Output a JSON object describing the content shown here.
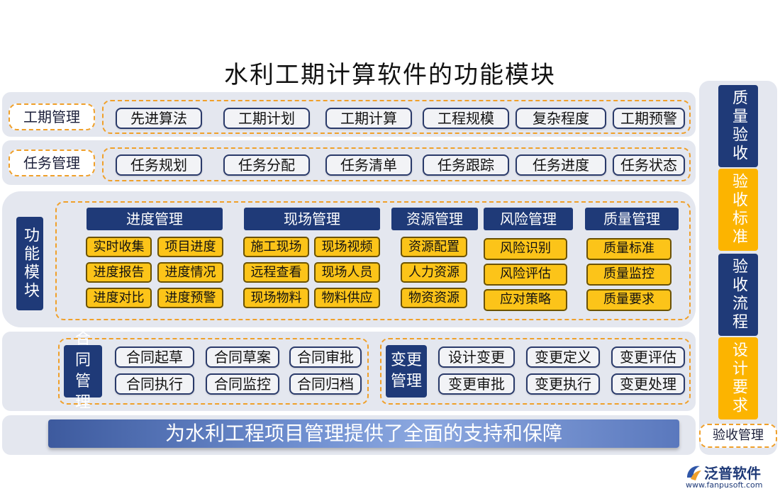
{
  "title": "水利工期计算软件的功能模块",
  "row1": {
    "label": "工期管理",
    "items": [
      "先进算法",
      "工期计划",
      "工期计算",
      "工程规模",
      "复杂程度",
      "工期预警"
    ]
  },
  "row2": {
    "label": "任务管理",
    "items": [
      "任务规划",
      "任务分配",
      "任务清单",
      "任务跟踪",
      "任务进度",
      "任务状态"
    ]
  },
  "functions": {
    "label": "功能模块",
    "progress": {
      "title": "进度管理",
      "items": [
        "实时收集",
        "项目进度",
        "进度报告",
        "进度情况",
        "进度对比",
        "进度预警"
      ]
    },
    "site": {
      "title": "现场管理",
      "items": [
        "施工现场",
        "现场视频",
        "远程查看",
        "现场人员",
        "现场物料",
        "物料供应"
      ]
    },
    "resource": {
      "title": "资源管理",
      "items": [
        "资源配置",
        "人力资源",
        "物资资源"
      ]
    },
    "risk": {
      "title": "风险管理",
      "items": [
        "风险识别",
        "风险评估",
        "应对策略"
      ]
    },
    "quality": {
      "title": "质量管理",
      "items": [
        "质量标准",
        "质量监控",
        "质量要求"
      ]
    }
  },
  "contract": {
    "label": "合同管理",
    "items": [
      "合同起草",
      "合同草案",
      "合同审批",
      "合同执行",
      "合同监控",
      "合同归档"
    ]
  },
  "change": {
    "label": "变更管理",
    "items": [
      "设计变更",
      "变更定义",
      "变更评估",
      "变更审批",
      "变更执行",
      "变更处理"
    ]
  },
  "banner": "为水利工程项目管理提供了全面的支持和保障",
  "acceptance": {
    "items": [
      "质量验收",
      "验收标准",
      "验收流程",
      "设计要求"
    ],
    "label": "验收管理"
  },
  "logo": {
    "name": "泛普软件",
    "url": "www.fanpusoft.com"
  },
  "colors": {
    "navy": "#1f3a78",
    "gold": "#fcc419",
    "dash": "#f0a02a",
    "panel": "#e4e7ef"
  }
}
